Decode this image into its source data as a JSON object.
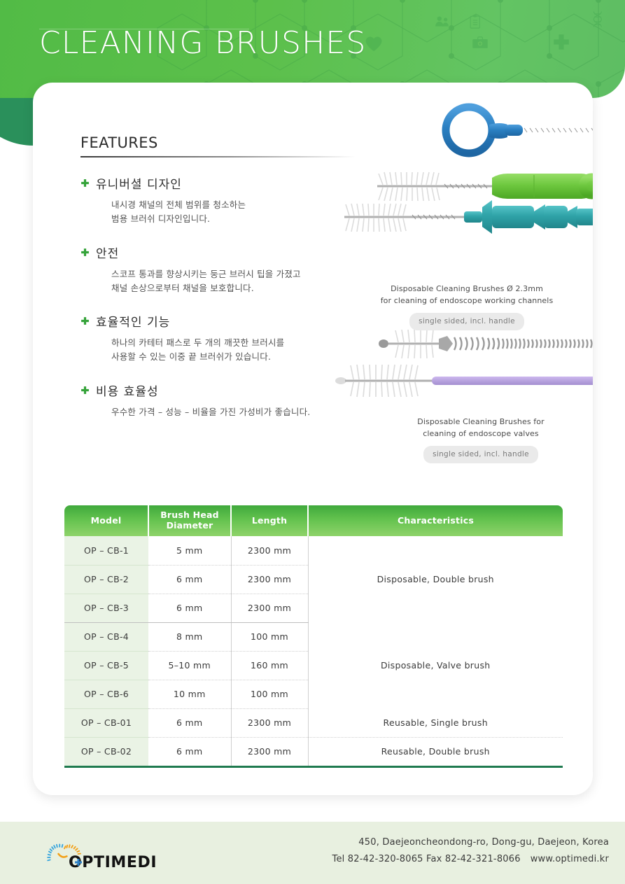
{
  "header": {
    "title": "CLEANING BRUSHES",
    "accent_green": "#5cc04b",
    "dark_green": "#1f8a52",
    "icons": [
      "heart-pulse-icon",
      "people-icon",
      "clipboard-icon",
      "medical-bag-icon",
      "medical-cross-icon",
      "dna-icon"
    ]
  },
  "features": {
    "section_title": "FEATURES",
    "items": [
      {
        "heading": "유니버셜 디자인",
        "lines": [
          "내시경 채널의 전체 범위를 청소하는",
          "범용 브러쉬 디자인입니다."
        ]
      },
      {
        "heading": "안전",
        "lines": [
          "스코프 통과를 향상시키는 둥근 브러시 팁을 가졌고",
          "채널 손상으로부터 채널을 보호합니다."
        ]
      },
      {
        "heading": "효율적인 기능",
        "lines": [
          "하나의 카테터 패스로 두 개의 깨끗한 브러시를",
          "사용할 수 있는 이중 끝 브러쉬가 있습니다."
        ]
      },
      {
        "heading": "비용 효율성",
        "lines": [
          "우수한 가격 – 성능 – 비율을 가진 가성비가 좋습니다."
        ]
      }
    ]
  },
  "products": [
    {
      "caption_lines": [
        "Disposable Cleaning Brushes Ø 2.3mm",
        "for cleaning of endoscope working channels"
      ],
      "badge": "single sided, incl. handle",
      "handle_colors": [
        "#2a7fc1",
        "#6ec83f",
        "#2fa3a8"
      ]
    },
    {
      "caption_lines": [
        "Disposable Cleaning Brushes for",
        "cleaning of endoscope valves"
      ],
      "badge": "single sided, incl. handle",
      "handle_colors": [
        "#b9b9c6",
        "#b9a5e0"
      ]
    }
  ],
  "table": {
    "columns": [
      "Model",
      "Brush Head\nDiameter",
      "Length",
      "Characteristics"
    ],
    "col_model": "Model",
    "col_diameter_l1": "Brush Head",
    "col_diameter_l2": "Diameter",
    "col_length": "Length",
    "col_characteristics": "Characteristics",
    "rows": [
      {
        "model": "OP – CB-1",
        "diameter": "5 mm",
        "length": "2300 mm"
      },
      {
        "model": "OP – CB-2",
        "diameter": "6 mm",
        "length": "2300 mm"
      },
      {
        "model": "OP – CB-3",
        "diameter": "6 mm",
        "length": "2300 mm"
      },
      {
        "model": "OP – CB-4",
        "diameter": "8 mm",
        "length": "100 mm"
      },
      {
        "model": "OP – CB-5",
        "diameter": "5–10 mm",
        "length": "160 mm"
      },
      {
        "model": "OP – CB-6",
        "diameter": "10 mm",
        "length": "100 mm"
      },
      {
        "model": "OP – CB-01",
        "diameter": "6 mm",
        "length": "2300 mm"
      },
      {
        "model": "OP – CB-02",
        "diameter": "6 mm",
        "length": "2300 mm"
      }
    ],
    "characteristics": {
      "group1": "Disposable, Double brush",
      "group2": "Disposable, Valve brush",
      "row7": "Reusable, Single brush",
      "row8": "Reusable, Double brush"
    },
    "header_green_top": "#3fa93c",
    "header_green_bottom": "#8fd36a",
    "model_cell_bg": "#eaf3e5",
    "bottom_rule_color": "#1f7a4f"
  },
  "footer": {
    "logo_text": "OPTIMEDI",
    "address": "450, Daejeoncheondong-ro, Dong-gu, Daejeon, Korea",
    "contact": "Tel 82-42-320-8065 Fax 82-42-321-8066",
    "website": "www.optimedi.kr",
    "bg": "#e8f0e0"
  }
}
